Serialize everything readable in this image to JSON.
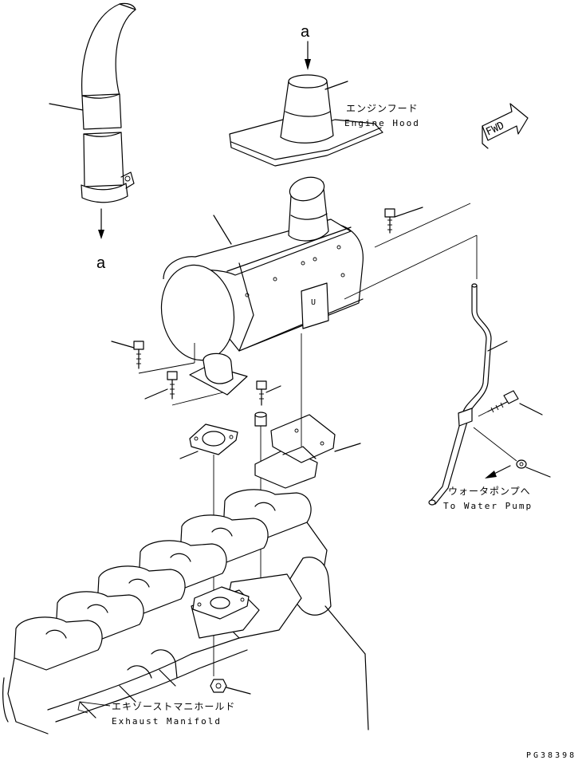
{
  "labels": {
    "a_top": "a",
    "a_left": "a",
    "engine_hood_jp": "エンジンフード",
    "engine_hood_en": "Engine Hood",
    "fwd": "FWD",
    "to_water_pump_jp": "ウォータポンプへ",
    "to_water_pump_en": "To Water Pump",
    "exhaust_manifold_jp": "エキゾーストマニホールド",
    "exhaust_manifold_en": "Exhaust Manifold",
    "bracket_mark": "U",
    "drawing_code": "PG38398"
  }
}
